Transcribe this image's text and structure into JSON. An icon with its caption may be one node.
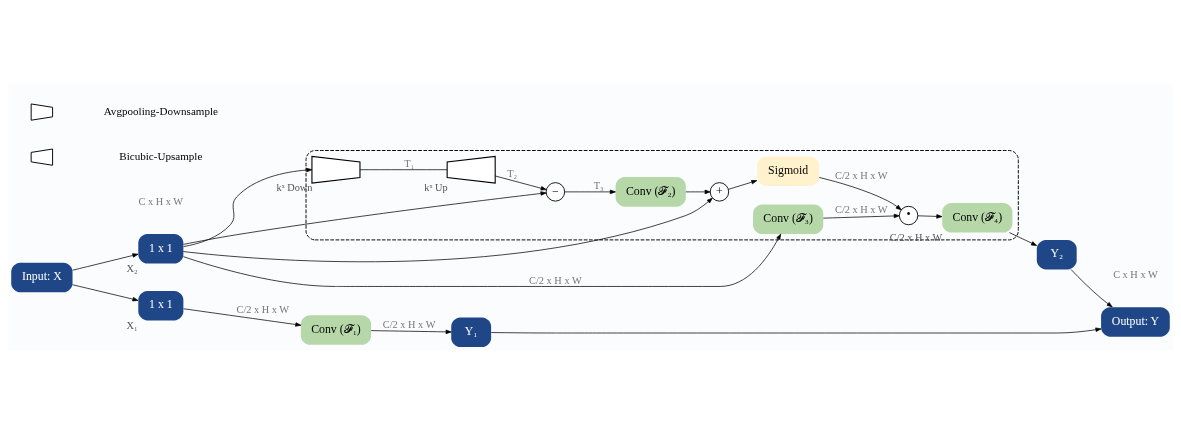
{
  "diagram": {
    "nodes": [
      {
        "text": [
          "Input: X"
        ]
      },
      {
        "text": [
          "1 x 1"
        ],
        "beside": [
          "X₂"
        ]
      },
      {
        "text": [
          "1 x 1"
        ],
        "beside": [
          "X₁"
        ]
      },
      {
        "text": [],
        "shape": "box"
      },
      {
        "text": [],
        "shape": "trapezoid",
        "in": 3,
        "beside": [
          "kˣ Down"
        ]
      },
      {
        "text": [],
        "shape": "trapezoid",
        "in": 3,
        "beside": [
          "kˣ Up"
        ]
      },
      {
        "text": [
          "−"
        ],
        "in": 3
      },
      {
        "text": [
          "Conv (𝓕₂)"
        ],
        "in": 3
      },
      {
        "text": [
          "+"
        ],
        "in": 3
      },
      {
        "text": [
          "Sigmoid"
        ],
        "in": 3
      },
      {
        "text": [
          "Conv (𝓕₃)"
        ],
        "in": 3
      },
      {
        "text": [
          "•"
        ],
        "in": 3
      },
      {
        "text": [
          "Conv (𝓕₄)"
        ],
        "in": 3,
        "beside": [
          "C/2 x H x W"
        ]
      },
      {
        "text": [
          "Conv (𝓕₁)"
        ]
      },
      {
        "text": [
          "Y₂"
        ]
      },
      {
        "text": [
          "Y₁"
        ]
      },
      {
        "text": [
          "Output: Y"
        ]
      }
    ],
    "edges": [
      {
        "from": 0,
        "to": 1,
        "arrow": "to"
      },
      {
        "from": 0,
        "to": 2,
        "arrow": "to"
      },
      {
        "from": 1,
        "to": 4,
        "arrow": "to"
      },
      {
        "from": 1,
        "to": 6,
        "arrow": "to"
      },
      {
        "from": 1,
        "to": 8,
        "arrow": "to"
      },
      {
        "from": 1,
        "to": 10,
        "arrow": "to",
        "label": "C/2 x H x W"
      },
      {
        "from": 4,
        "to": 5,
        "arrow": "none",
        "label": "T₁"
      },
      {
        "from": 5,
        "to": 6,
        "arrow": "to",
        "label": "T₂"
      },
      {
        "from": 6,
        "to": 7,
        "arrow": "to",
        "label": "T₃"
      },
      {
        "from": 7,
        "to": 8,
        "arrow": "to"
      },
      {
        "from": 8,
        "to": 9,
        "arrow": "to"
      },
      {
        "from": 9,
        "to": 11,
        "arrow": "to",
        "label": "C/2 x H x W"
      },
      {
        "from": 10,
        "to": 11,
        "arrow": "to",
        "label": "C/2 x H x W"
      },
      {
        "from": 11,
        "to": 12,
        "arrow": "to"
      },
      {
        "from": 12,
        "to": 14,
        "arrow": "to"
      },
      {
        "from": 2,
        "to": 13,
        "arrow": "to",
        "label": "C/2 x H x W"
      },
      {
        "from": 13,
        "to": 15,
        "arrow": "to",
        "label": "C/2 x H x W"
      },
      {
        "from": 14,
        "to": 16,
        "arrow": "to"
      },
      {
        "from": 15,
        "to": 16,
        "arrow": "to"
      }
    ],
    "labels": [
      "C x H x W",
      "C x H x W"
    ],
    "legend": [
      {
        "text": "Avgpooling-Downsample"
      },
      {
        "text": "Bicubic-Upsample"
      }
    ]
  }
}
